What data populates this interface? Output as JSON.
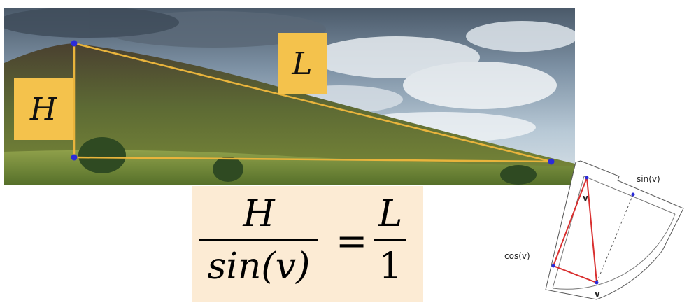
{
  "photo": {
    "label_h": "H",
    "label_l": "L",
    "colors": {
      "triangle_line": "#e9b43c",
      "point": "#2b2bd8",
      "label_box": "#f4c24c"
    }
  },
  "formula": {
    "left_numerator": "H",
    "left_denominator": "sin(v)",
    "equals": "=",
    "right_numerator": "L",
    "right_denominator": "1",
    "background": "#fcebd4"
  },
  "trig_diagram": {
    "sin_label": "sin(v)",
    "cos_label": "cos(v)",
    "angle_label_top": "v",
    "angle_label_bottom": "v",
    "colors": {
      "triangle": "#d93030",
      "arc": "#444444",
      "point": "#2b2bd8"
    }
  }
}
